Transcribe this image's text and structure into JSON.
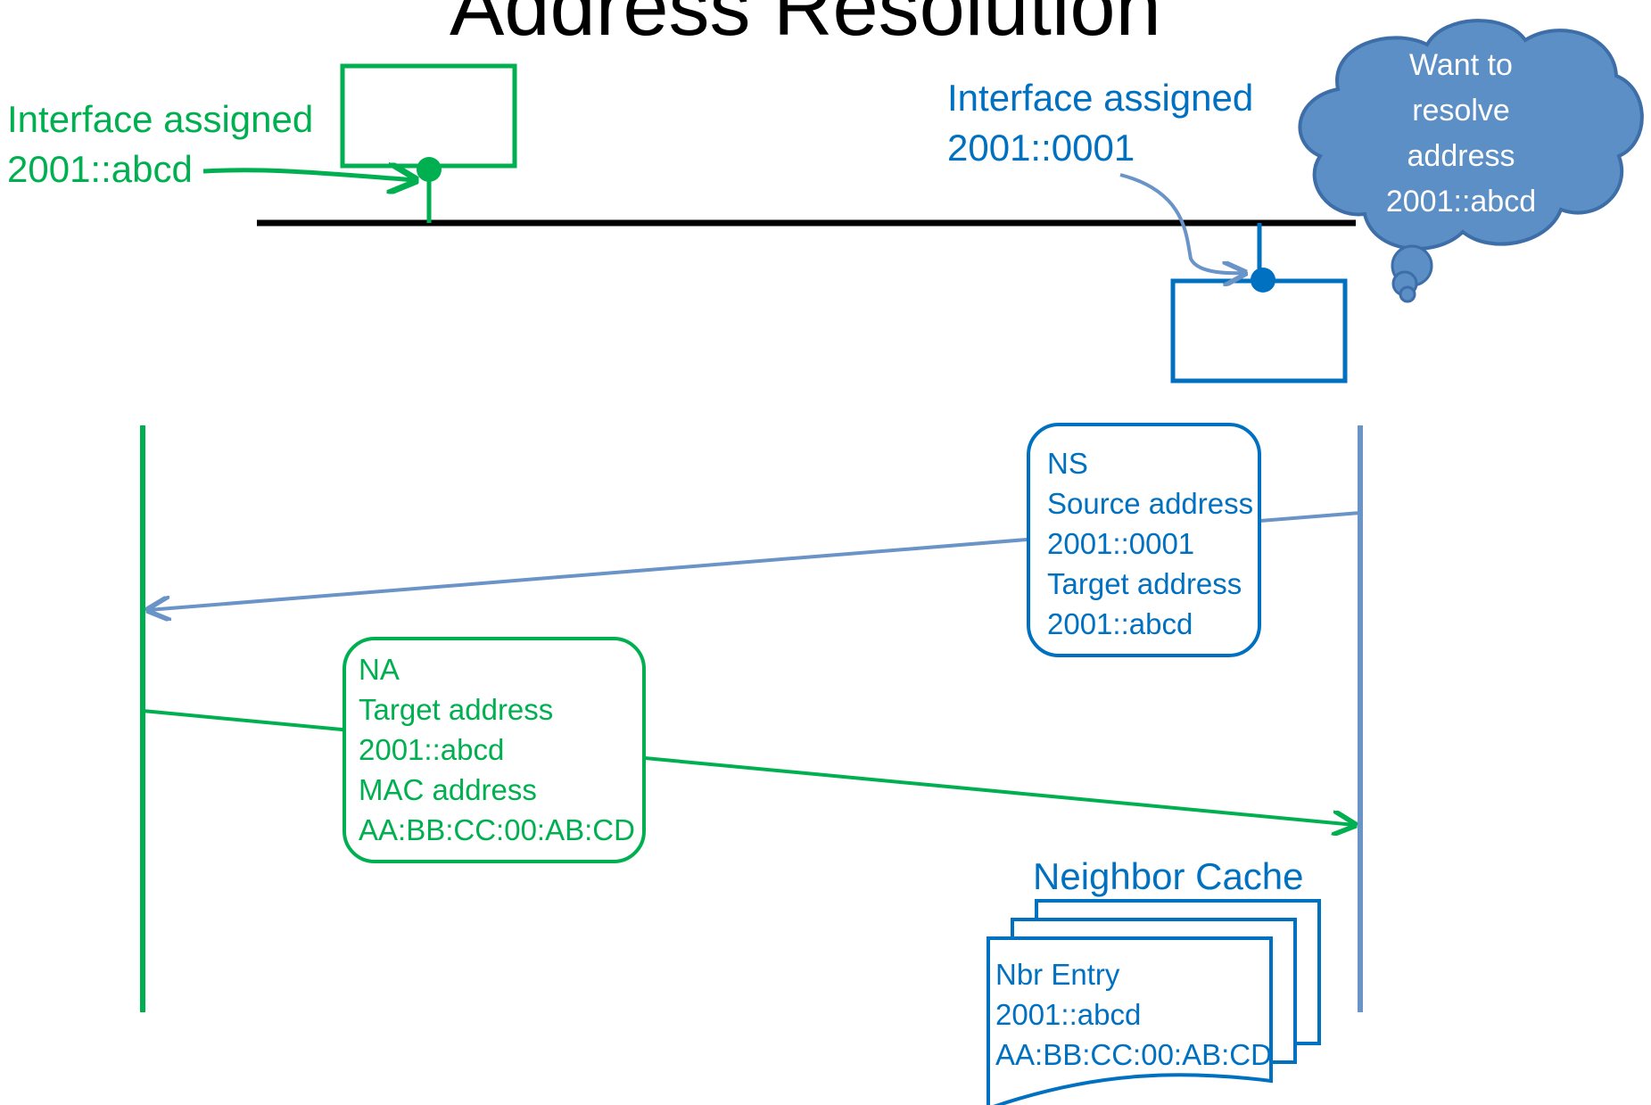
{
  "title": "Address Resolution",
  "host_a": {
    "label_line1": "Interface assigned",
    "label_line2": "2001::abcd"
  },
  "host_b": {
    "label_line1": "Interface assigned",
    "label_line2": "2001::0001"
  },
  "thought": {
    "lines": [
      "Want to",
      "resolve",
      "address",
      "2001::abcd"
    ]
  },
  "ns_message": {
    "lines": [
      "NS",
      "Source address",
      "2001::0001",
      "Target address",
      "2001::abcd"
    ]
  },
  "na_message": {
    "lines": [
      "NA",
      "Target address",
      "2001::abcd",
      "MAC address",
      "AA:BB:CC:00:AB:CD"
    ]
  },
  "neighbor_cache": {
    "title": "Neighbor Cache",
    "lines": [
      "Nbr Entry",
      "2001::abcd",
      "AA:BB:CC:00:AB:CD"
    ]
  },
  "colors": {
    "green": "#00b050",
    "blue": "#0070c0",
    "steel_blue": "#6a93c8",
    "cloud_fill": "#5b8fc6",
    "cloud_stroke": "#3d6ea8",
    "wire": "#000000"
  }
}
